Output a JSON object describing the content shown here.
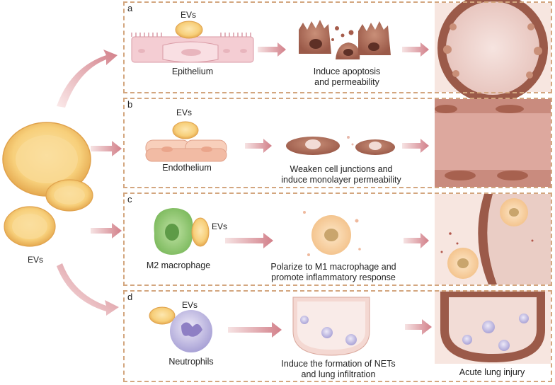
{
  "left": {
    "ev_label": "EVs"
  },
  "panels": [
    {
      "id": "a",
      "ev_label": "EVs",
      "source_label": "Epithelium",
      "effect_line1": "Induce apoptosis",
      "effect_line2": "and permeability",
      "result_label": ""
    },
    {
      "id": "b",
      "ev_label": "EVs",
      "source_label": "Endothelium",
      "effect_line1": "Weaken cell junctions and",
      "effect_line2": "induce monolayer permeability",
      "result_label": ""
    },
    {
      "id": "c",
      "ev_label": "EVs",
      "source_label": "M2 macrophage",
      "effect_line1": "Polarize to M1 macrophage and",
      "effect_line2": "promote inflammatory response",
      "result_label": ""
    },
    {
      "id": "d",
      "ev_label": "EVs",
      "source_label": "Neutrophils",
      "effect_line1": "Induce the formation of NETs",
      "effect_line2": "and lung infiltration",
      "result_label": "Acute lung injury"
    }
  ],
  "colors": {
    "border": "#d3a67f",
    "arrow": "#d98e96",
    "ev_fill": "#f6cf7d",
    "cell_brown": "#b9735f",
    "tissue_pink": "#efd5d0"
  }
}
